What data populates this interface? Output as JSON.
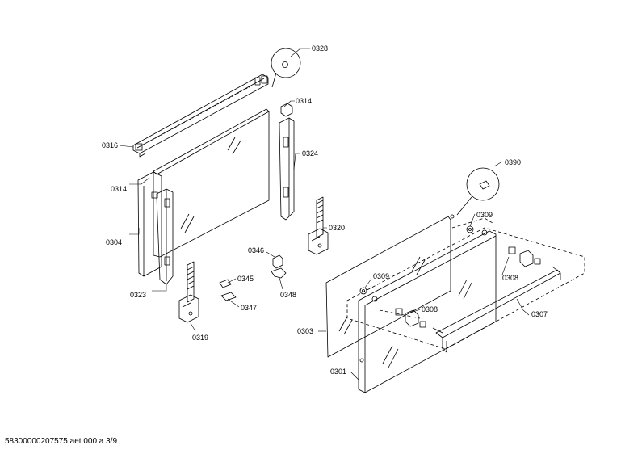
{
  "parts": {
    "p0328": "0328",
    "p0314a": "0314",
    "p0316": "0316",
    "p0324": "0324",
    "p0314b": "0314",
    "p0304": "0304",
    "p0320": "0320",
    "p0346": "0346",
    "p0345": "0345",
    "p0347": "0347",
    "p0348": "0348",
    "p0323": "0323",
    "p0319": "0319",
    "p0390": "0390",
    "p0309a": "0309",
    "p0309b": "0309",
    "p0308a": "0308",
    "p0308b": "0308",
    "p0307": "0307",
    "p0303": "0303",
    "p0301": "0301"
  },
  "footer": "58300000207575 aet 000 a 3/9"
}
